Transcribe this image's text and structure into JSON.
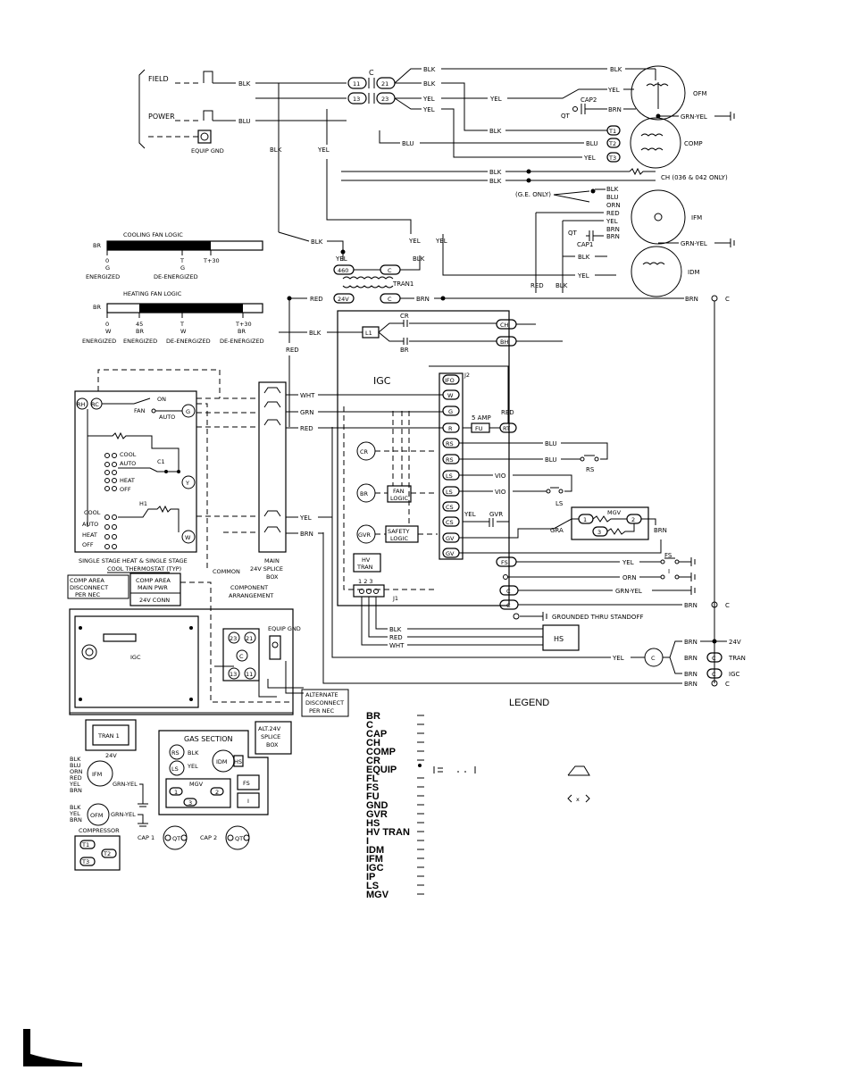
{
  "field_power": {
    "field": "FIELD",
    "power": "POWER",
    "equip_gnd": "EQUIP GND"
  },
  "contactor": {
    "label": "C",
    "t11": "11",
    "t13": "13",
    "t21": "21",
    "t23": "23"
  },
  "wires": {
    "blk": "BLK",
    "yel": "YEL",
    "blu": "BLU",
    "red": "RED",
    "brn": "BRN",
    "orn": "ORN",
    "wht": "WHT",
    "grn": "GRN",
    "vio": "VIO",
    "gra": "GRA",
    "grn_yel": "GRN-YEL"
  },
  "cap2": "CAP2",
  "qt": "QT",
  "cap1": "CAP1",
  "ofm": "OFM",
  "comp": "COMP",
  "ifm": "IFM",
  "idm": "IDM",
  "comp_terminals": {
    "t1": "T1",
    "t2": "T2",
    "t3": "T3"
  },
  "ch_note": "CH (036 & 042 ONLY)",
  "ge_only": "(G.E. ONLY)",
  "tran1": {
    "label": "TRAN1",
    "t460": "460",
    "c": "C",
    "t24v": "24V"
  },
  "cooling_fan_logic": {
    "title": "COOLING FAN LOGIC",
    "br": "BR",
    "ticks": [
      "0",
      "T",
      "T+30"
    ],
    "sub": [
      "G",
      "G"
    ],
    "states": [
      "ENERGIZED",
      "DE-ENERGIZED"
    ]
  },
  "heating_fan_logic": {
    "title": "HEATING FAN LOGIC",
    "br": "BR",
    "ticks": [
      "0",
      "45",
      "T",
      "T+30"
    ],
    "sub": [
      "W",
      "BR",
      "W",
      "BR"
    ],
    "states": [
      "ENERGIZED",
      "ENERGIZED",
      "DE-ENERGIZED",
      "DE-ENERGIZED"
    ]
  },
  "igc": {
    "title": "IGC",
    "j2": "J2",
    "j1": "J1",
    "j1_pins": "1 2 3",
    "terminals": [
      "IFO",
      "W",
      "G",
      "R",
      "RS",
      "RS",
      "LS",
      "LS",
      "CS",
      "CS",
      "GV",
      "GV"
    ],
    "ch": "CH",
    "bh": "BH",
    "l1": "L1",
    "cr": "CR",
    "br": "BR",
    "amp": "5 AMP",
    "fu": "FU",
    "rt": "RT",
    "fan_logic": [
      "FAN",
      "LOGIC"
    ],
    "safety_logic": [
      "SAFETY",
      "LOGIC"
    ],
    "gvr": "GVR",
    "hv_tran": [
      "HV",
      "TRAN"
    ]
  },
  "thermostat": {
    "rh": "RH",
    "rc": "RC",
    "on": "ON",
    "fan": "FAN",
    "auto": "AUTO",
    "g": "G",
    "y": "Y",
    "w": "W",
    "c1": "C1",
    "hi": "H1",
    "modes": [
      "COOL",
      "AUTO",
      "HEAT",
      "OFF"
    ],
    "caption1": "SINGLE STAGE HEAT & SINGLE STAGE",
    "caption2": "COOL THERMOSTAT (TYP)"
  },
  "splice": {
    "main": "MAIN",
    "splice24": "24V SPLICE",
    "box": "BOX",
    "common": "COMMON"
  },
  "right_side": {
    "rs": "RS",
    "ls": "LS",
    "mgv": "MGV",
    "m1": "1",
    "m2": "2",
    "m3": "3",
    "fs": "FS",
    "i": "I",
    "hs": "HS",
    "grounded": "GROUNDED THRU STANDOFF",
    "c": "C",
    "v24": "24V",
    "tran": "TRAN",
    "igc": "IGC"
  },
  "component_arrangement": {
    "title1": "COMPONENT",
    "title2": "ARRANGEMENT",
    "comp_area1": "COMP AREA",
    "comp_area2": "MAIN PWR",
    "comp_area3": "24V CONN",
    "disc1": "COMP AREA",
    "disc2": "DISCONNECT",
    "disc3": "PER NEC",
    "igc": "IGC",
    "equip_gnd": "EQUIP GND",
    "alt1": "ALTERNATE",
    "alt2": "DISCONNECT",
    "alt3": "PER NEC",
    "altbox1": "ALT.24V",
    "altbox2": "SPLICE",
    "altbox3": "BOX",
    "tran1": "TRAN 1",
    "v24": "24V",
    "gas_section": "GAS SECTION",
    "compressor": "COMPRESSOR",
    "cap1": "CAP 1",
    "cap2": "CAP 2",
    "qt": "QT",
    "rs": "RS",
    "ls": "LS",
    "idm": "IDM",
    "hs": "HS",
    "fs": "FS",
    "i": "I",
    "mgv": "MGV"
  },
  "legend": {
    "title": "LEGEND",
    "items": [
      "BR",
      "C",
      "CAP",
      "CH",
      "COMP",
      "CR",
      "EQUIP",
      "FL",
      "FS",
      "FU",
      "GND",
      "GVR",
      "HS",
      "HV TRAN",
      "I",
      "IDM",
      "IFM",
      "IGC",
      "IP",
      "LS",
      "MGV"
    ],
    "dash": "—"
  }
}
